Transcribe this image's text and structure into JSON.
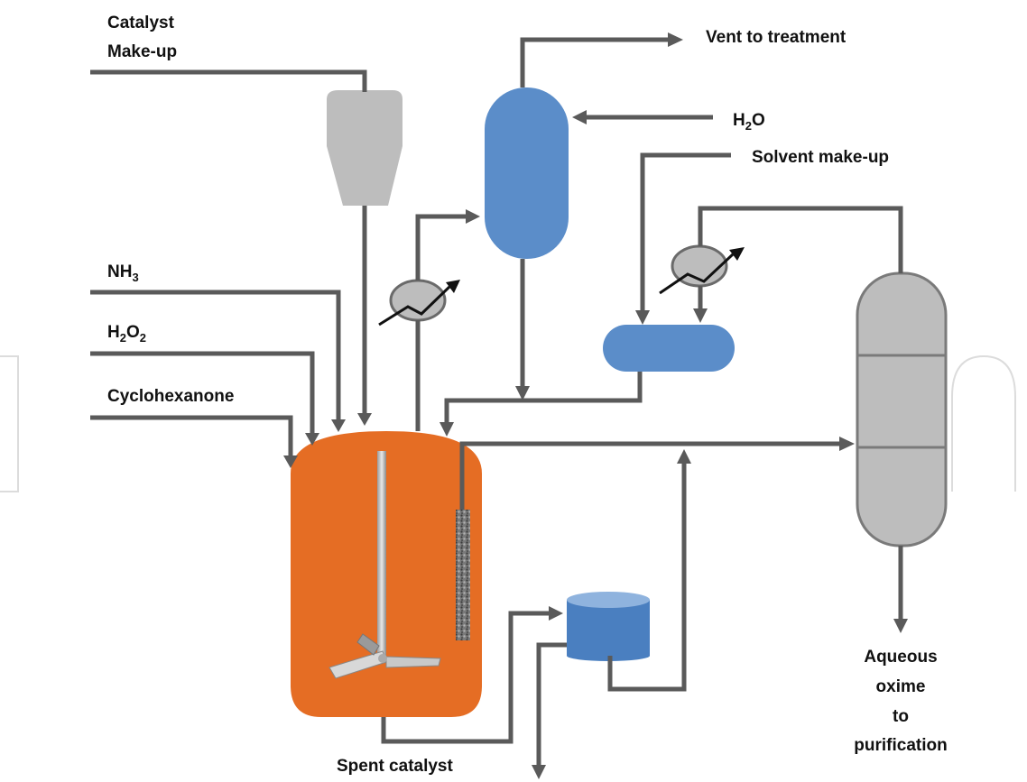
{
  "labels": {
    "catalyst_makeup_1": "Catalyst",
    "catalyst_makeup_2": "Make-up",
    "vent": "Vent to treatment",
    "h2o_main": "H",
    "h2o_sub": "2",
    "h2o_tail": "O",
    "solvent_makeup": "Solvent make-up",
    "nh3_main": "NH",
    "nh3_sub": "3",
    "h2o2_h": "H",
    "h2o2_sub1": "2",
    "h2o2_o": "O",
    "h2o2_sub2": "2",
    "cyclohexanone": "Cyclohexanone",
    "spent_catalyst": "Spent catalyst",
    "product_1": "Aqueous",
    "product_2": "oxime",
    "product_3": "to",
    "product_4": "purification"
  },
  "colors": {
    "reactor": "#e56d24",
    "blue_vessel": "#5b8dc9",
    "gray_vessel": "#bdbdbd",
    "pipe": "#5a5a5a",
    "separator_dark": "#4a7fc0",
    "separator_light": "#8fb3de"
  }
}
